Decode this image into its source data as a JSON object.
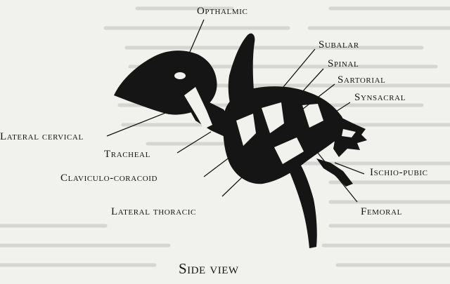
{
  "caption": "Side view",
  "labels": {
    "opthalmic": "Opthalmic",
    "subalar": "Subalar",
    "spinal": "Spinal",
    "sartorial": "Sartorial",
    "synsacral": "Synsacral",
    "lateral_cervical": "Lateral cervical",
    "tracheal": "Tracheal",
    "claviculo_coracoid": "Claviculo-coracoid",
    "lateral_thoracic": "Lateral thoracic",
    "ischio_pubic": "Ischio-pubic",
    "femoral": "Femoral"
  },
  "colors": {
    "ink": "#151515",
    "paper": "#f1f1ee",
    "bleed_through": "#c9c9c4"
  }
}
